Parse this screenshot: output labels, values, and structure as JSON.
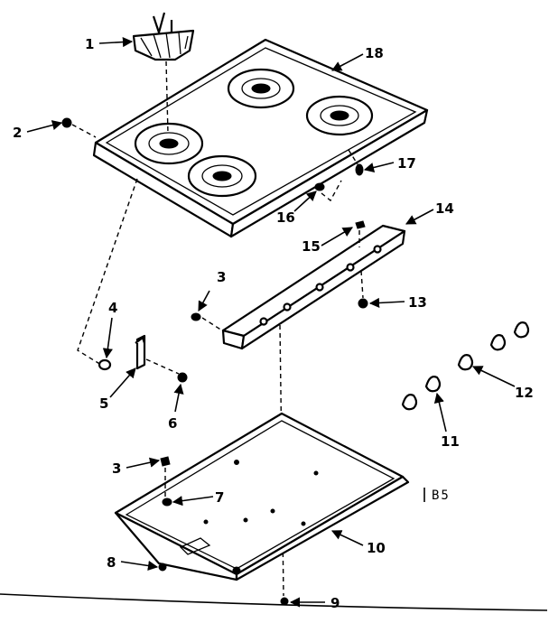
{
  "callouts": {
    "c1": "1",
    "c2": "2",
    "c3a": "3",
    "c3b": "3",
    "c4": "4",
    "c5": "5",
    "c6": "6",
    "c7": "7",
    "c8": "8",
    "c9": "9",
    "c10": "10",
    "c11": "11",
    "c12": "12",
    "c13": "13",
    "c14": "14",
    "c15": "15",
    "c16": "16",
    "c17": "17",
    "c18": "18"
  },
  "diagram_code": "B5",
  "colors": {
    "ink": "#000000",
    "paper": "#ffffff"
  }
}
